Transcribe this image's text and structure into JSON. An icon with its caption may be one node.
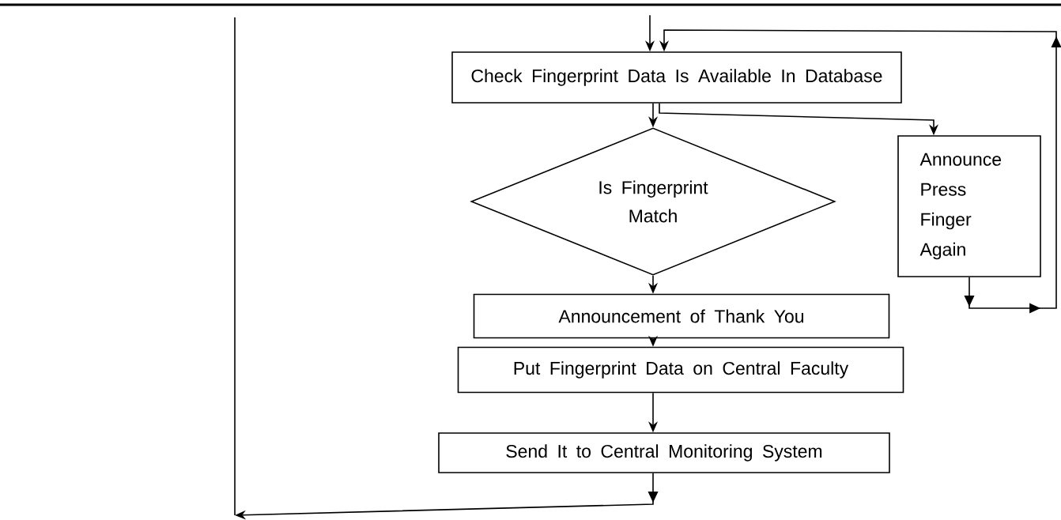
{
  "diagram": {
    "nodes": [
      {
        "text": [
          "Check Fingerprint Data Is Available In Database"
        ]
      },
      {
        "text": [
          "Is Fingerprint Match"
        ]
      },
      {
        "text": [
          "Announce Press Finger Again"
        ]
      },
      {
        "text": [
          "Announcement of Thank You"
        ]
      },
      {
        "text": [
          "Put Fingerprint Data on Central Faculty"
        ]
      },
      {
        "text": [
          "Send It to Central Monitoring System"
        ]
      }
    ],
    "edges": [
      {
        "from": null,
        "to": 0,
        "arrow": "to"
      },
      {
        "from": 0,
        "to": 1,
        "arrow": "to"
      },
      {
        "from": 0,
        "to": 2,
        "arrow": "to"
      },
      {
        "from": 1,
        "to": 3,
        "arrow": "to"
      },
      {
        "from": 3,
        "to": 4,
        "arrow": "to"
      },
      {
        "from": 4,
        "to": 5,
        "arrow": "to"
      },
      {
        "from": 5,
        "to": null,
        "arrow": "to"
      },
      {
        "from": 2,
        "to": 0,
        "arrow": "to"
      }
    ]
  }
}
